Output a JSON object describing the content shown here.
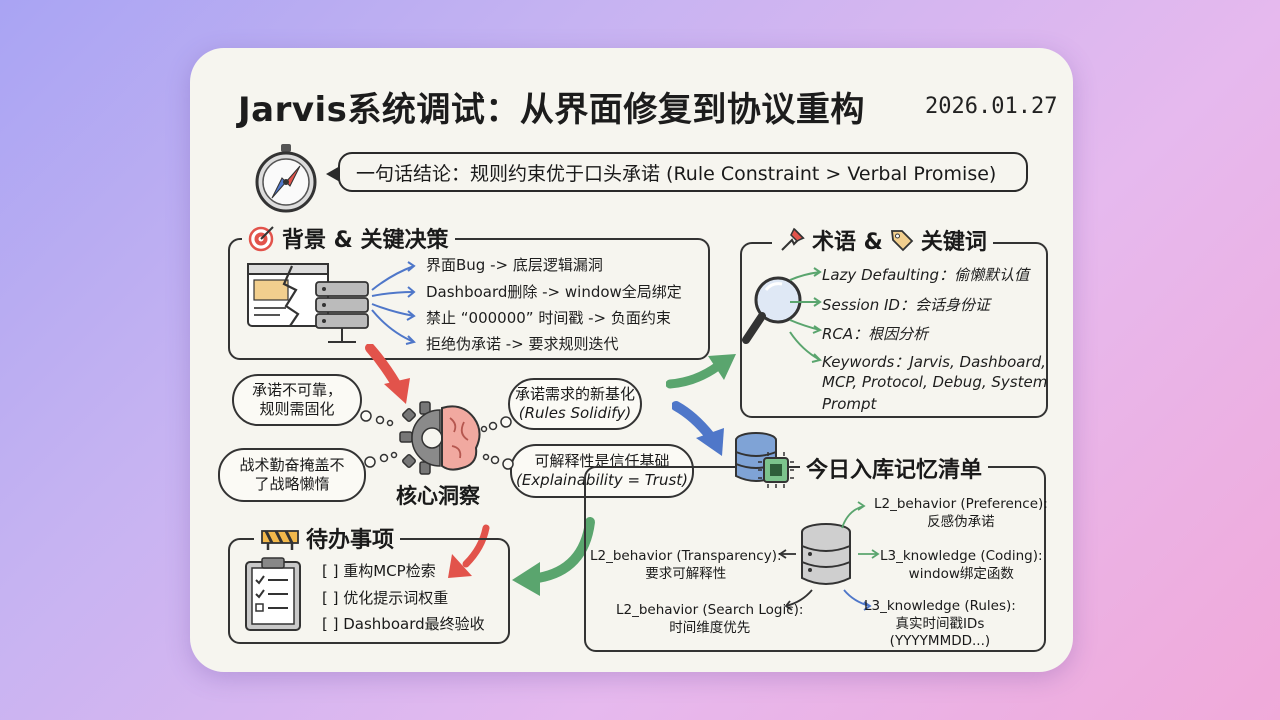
{
  "title": "Jarvis系统调试：从界面修复到协议重构",
  "date": "2026.01.27",
  "verdict": "一句话结论：规则约束优于口头承诺 (Rule Constraint > Verbal Promise)",
  "background": {
    "title": "背景 & 关键决策",
    "items": [
      "界面Bug -> 底层逻辑漏洞",
      "Dashboard删除 -> window全局绑定",
      "禁止 “000000” 时间戳 -> 负面约束",
      "拒绝伪承诺 -> 要求规则迭代"
    ]
  },
  "terms": {
    "title_a": "术语 &",
    "title_b": "关键词",
    "items": [
      "Lazy Defaulting：偷懒默认值",
      "Session ID：会话身份证",
      "RCA：根因分析",
      "Keywords：Jarvis, Dashboard,",
      "MCP, Protocol, Debug, System",
      "Prompt"
    ]
  },
  "insight": {
    "label": "核心洞察",
    "bubbles": {
      "promise_1": "承诺不可靠，",
      "promise_2": "规则需固化",
      "diligence_1": "战术勤奋掩盖不",
      "diligence_2": "了战略懒惰",
      "basis_1": "承诺需求的新基化",
      "basis_2": "(Rules Solidify)",
      "explain_1": "可解释性是信任基础",
      "explain_2": "(Explainability = Trust)"
    }
  },
  "todo": {
    "title": "待办事项",
    "items": [
      "[ ] 重构MCP检索",
      "[ ] 优化提示词权重",
      "[ ] Dashboard最终验收"
    ]
  },
  "memory": {
    "title": "今日入库记忆清单",
    "pref_1": "L2_behavior (Preference):",
    "pref_2": "反感伪承诺",
    "trans_1": "L2_behavior (Transparency):",
    "trans_2": "要求可解释性",
    "coding_1": "L3_knowledge (Coding):",
    "coding_2": "window绑定函数",
    "search_1": "L2_behavior (Search Logic):",
    "search_2": "时间维度优先",
    "rules_1": "L3_knowledge (Rules):",
    "rules_2": "真实时间戳IDs",
    "rules_3": "(YYYYMMDD...)"
  },
  "colors": {
    "accent_red": "#e2534b",
    "accent_green": "#5aa56e",
    "accent_blue": "#4f77c9",
    "ink": "#2a2a2a"
  }
}
